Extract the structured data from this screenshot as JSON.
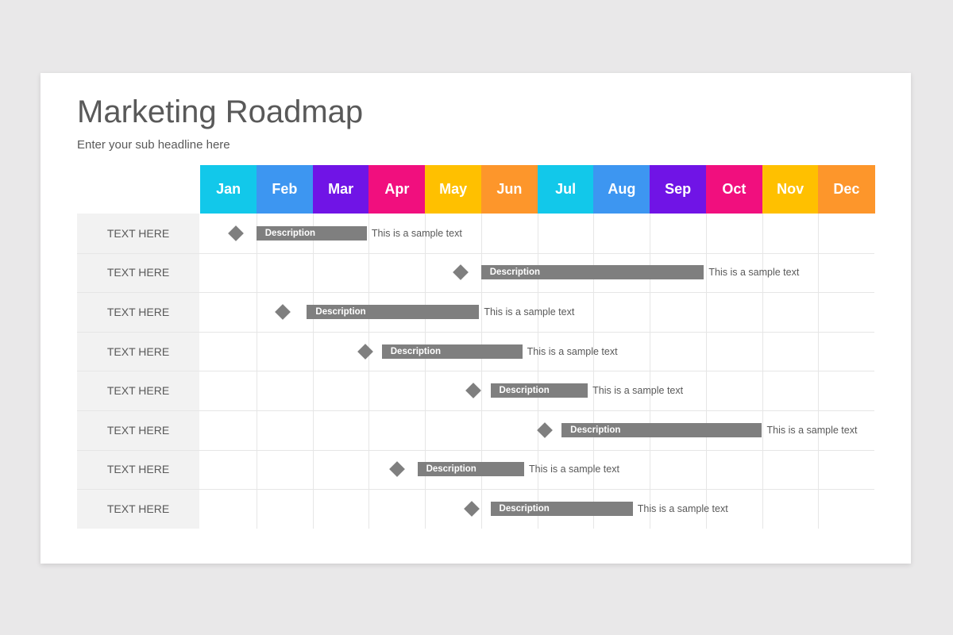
{
  "title": "Marketing Roadmap",
  "subtitle": "Enter your sub headline here",
  "months": [
    {
      "label": "Jan",
      "color": "#12c8ea"
    },
    {
      "label": "Feb",
      "color": "#3d96f1"
    },
    {
      "label": "Mar",
      "color": "#7014e6"
    },
    {
      "label": "Apr",
      "color": "#f10f7e"
    },
    {
      "label": "May",
      "color": "#ffc000"
    },
    {
      "label": "Jun",
      "color": "#fd962b"
    },
    {
      "label": "Jul",
      "color": "#12c8ea"
    },
    {
      "label": "Aug",
      "color": "#3d96f1"
    },
    {
      "label": "Sep",
      "color": "#7014e6"
    },
    {
      "label": "Oct",
      "color": "#f10f7e"
    },
    {
      "label": "Nov",
      "color": "#ffc000"
    },
    {
      "label": "Dec",
      "color": "#fd962b"
    }
  ],
  "rows": [
    {
      "label": "TEXT HERE",
      "milestone": "Jan 20",
      "start": "Feb 1",
      "end": "Mar 30",
      "bar_label": "Description",
      "note": "This is a sample text"
    },
    {
      "label": "TEXT HERE",
      "milestone": "May 20",
      "start": "Jun 1",
      "end": "Sep 30",
      "bar_label": "Description",
      "note": "This is a sample text"
    },
    {
      "label": "TEXT HERE",
      "milestone": "Feb 15",
      "start": "Feb 28",
      "end": "May 30",
      "bar_label": "Description",
      "note": "This is a sample text"
    },
    {
      "label": "TEXT HERE",
      "milestone": "Mar 29",
      "start": "Apr 8",
      "end": "Jun 23",
      "bar_label": "Description",
      "note": "This is a sample text"
    },
    {
      "label": "TEXT HERE",
      "milestone": "May 27",
      "start": "Jun 6",
      "end": "Jul 28",
      "bar_label": "Description",
      "note": "This is a sample text"
    },
    {
      "label": "TEXT HERE",
      "milestone": "Jul 5",
      "start": "Jul 14",
      "end": "Oct 31",
      "bar_label": "Description",
      "note": "This is a sample text"
    },
    {
      "label": "TEXT HERE",
      "milestone": "Apr 16",
      "start": "Apr 27",
      "end": "Jun 24",
      "bar_label": "Description",
      "note": "This is a sample text"
    },
    {
      "label": "TEXT HERE",
      "milestone": "May 26",
      "start": "Jun 6",
      "end": "Aug 22",
      "bar_label": "Description",
      "note": "This is a sample text"
    }
  ],
  "colors": {
    "bar": "#7f7f7f",
    "grid": "#e6e6e6",
    "label_column": "#f2f2f2"
  }
}
